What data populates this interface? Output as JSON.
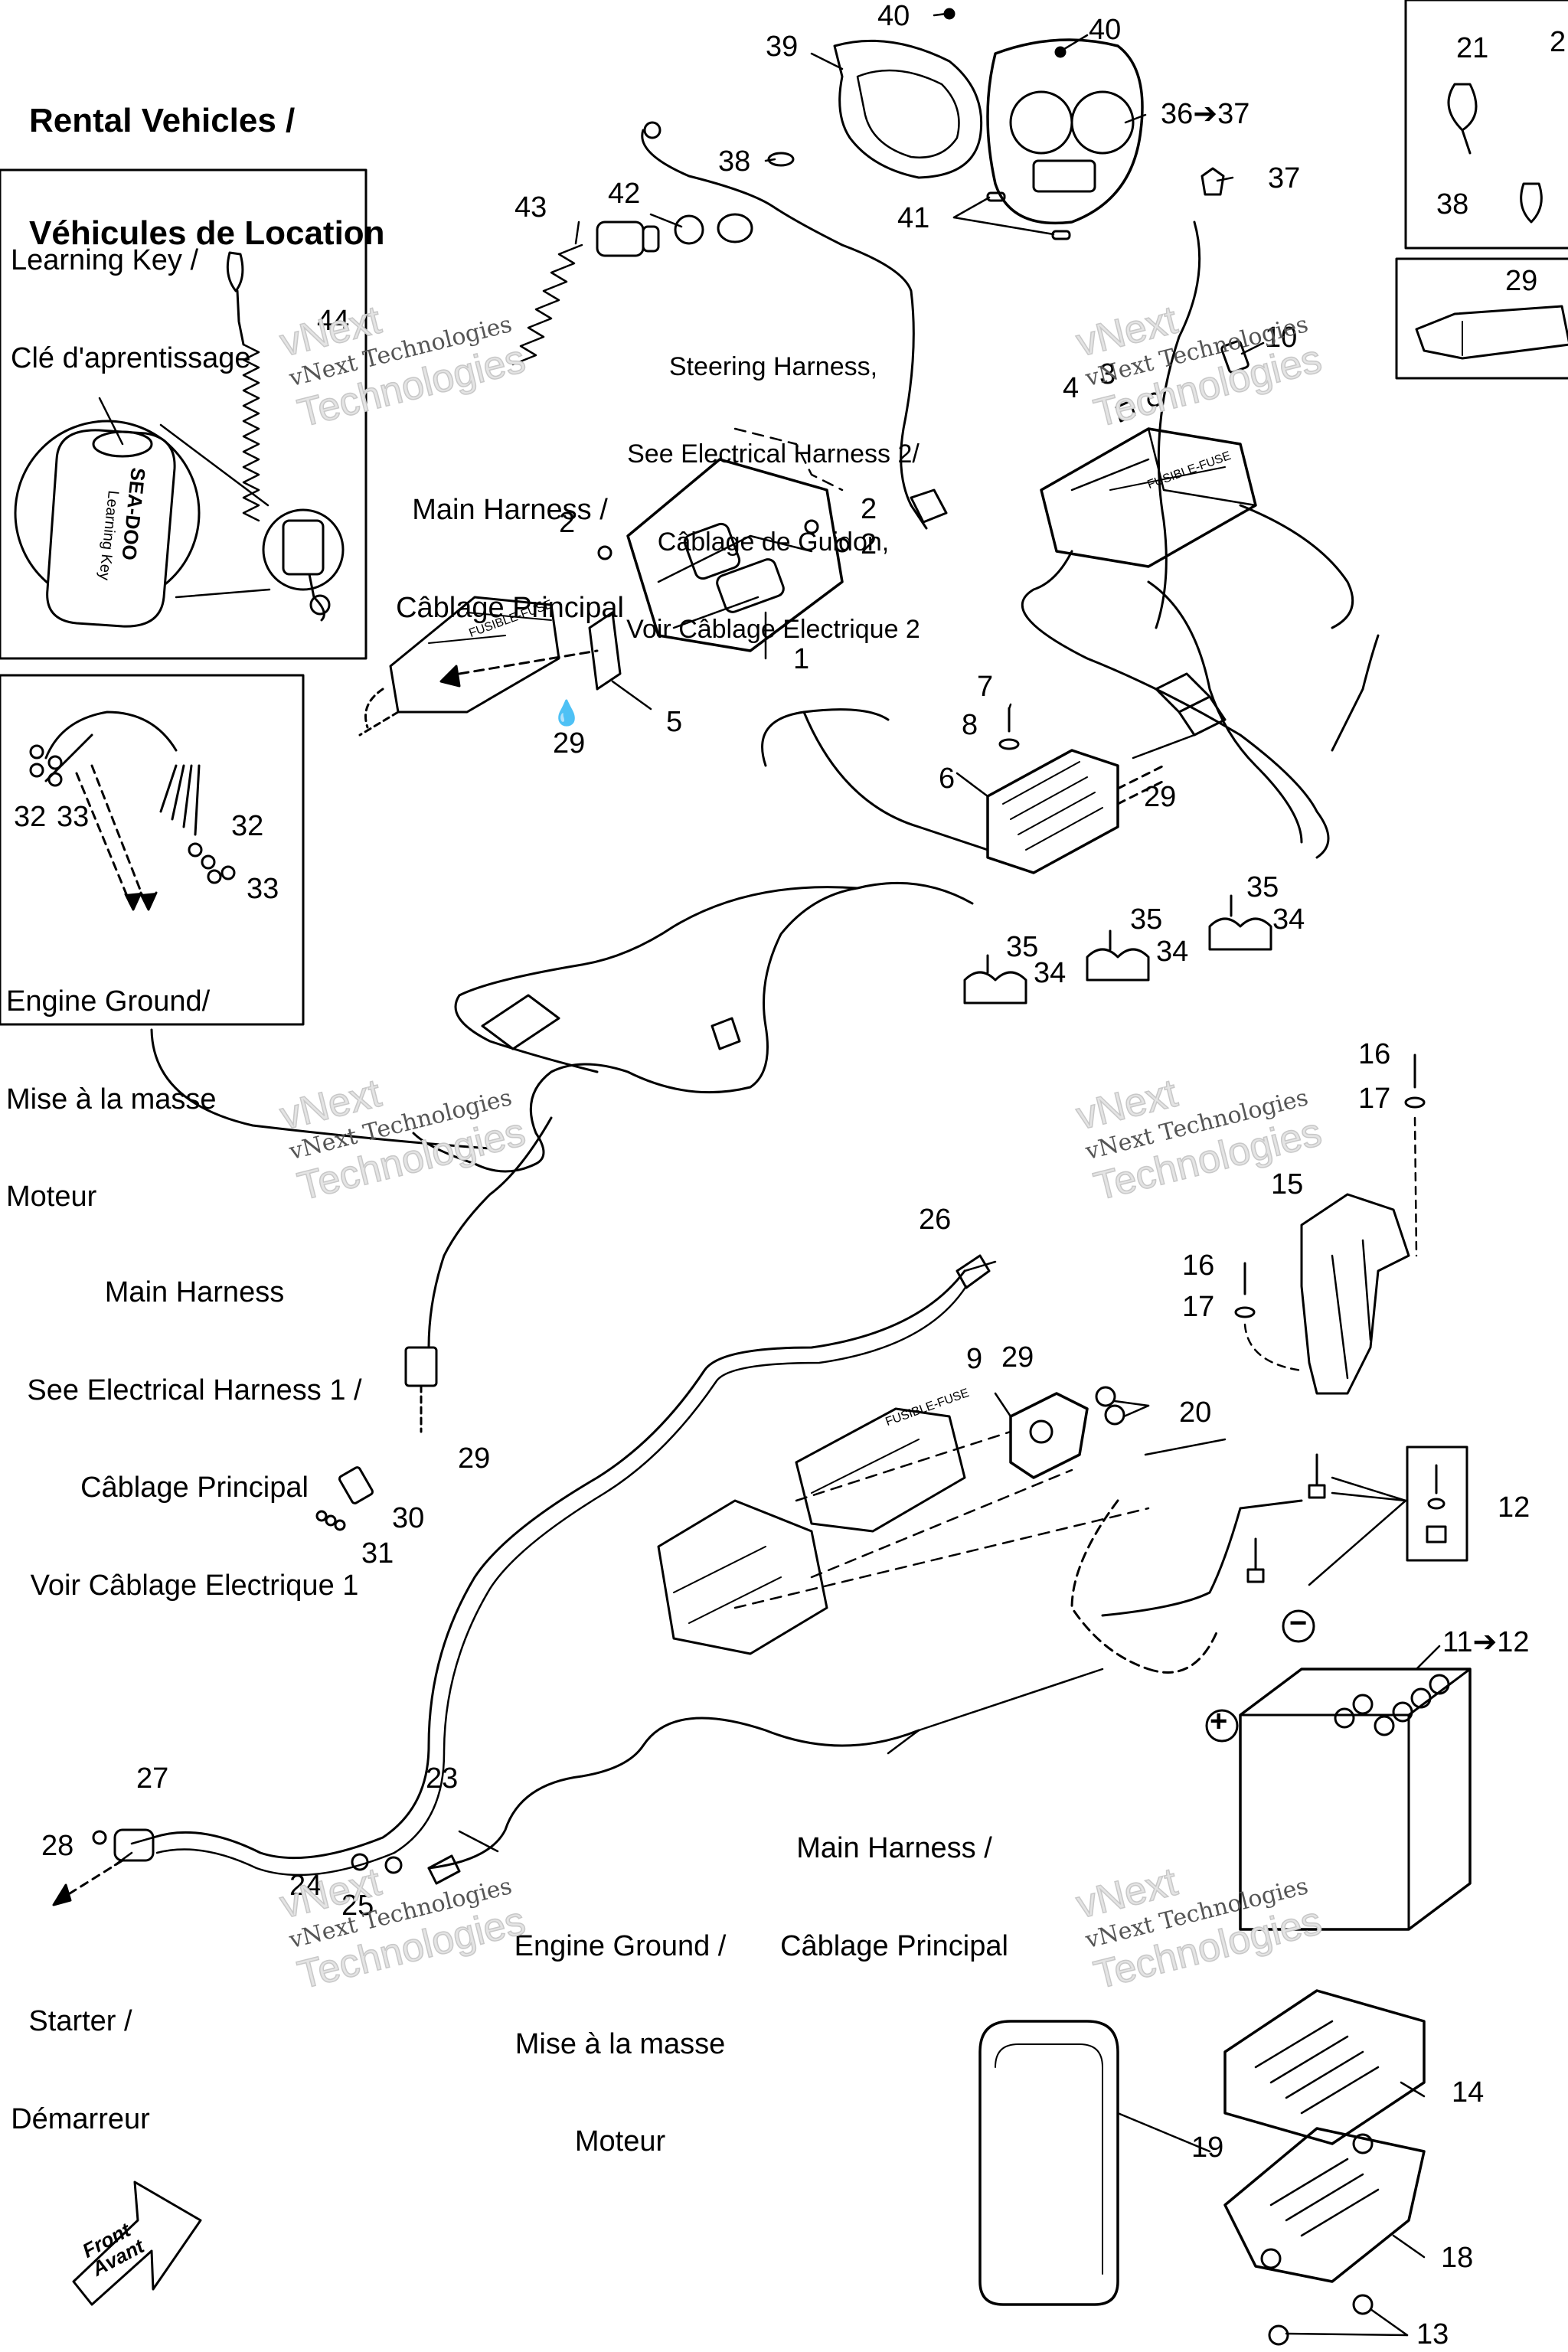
{
  "title": {
    "line1": "Rental Vehicles /",
    "line2": "Véhicules de Location"
  },
  "inset_learning_key": {
    "line1": "Learning Key /",
    "line2": "Clé d'aprentissage",
    "key_brand": "SEA-DOO",
    "key_text": "Learning Key"
  },
  "callouts": {
    "engine_ground_top": {
      "line1": "Engine Ground/",
      "line2": "Mise à la masse",
      "line3": "Moteur"
    },
    "steering_harness": {
      "line1": "Steering Harness,",
      "line2": "See Electrical Harness 2/",
      "line3": "Câblage de Guidon,",
      "line4": "Voir Câblage Electrique 2"
    },
    "main_harness_top": {
      "line1": "Main Harness /",
      "line2": "Câblage Principal"
    },
    "main_harness_mid": {
      "line1": "Main Harness",
      "line2": "See Electrical Harness 1 /",
      "line3": "Câblage Principal",
      "line4": "Voir Câblage Electrique 1"
    },
    "main_harness_bottom": {
      "line1": "Main Harness /",
      "line2": "Câblage Principal"
    },
    "engine_ground_bottom": {
      "line1": "Engine Ground /",
      "line2": "Mise à la masse",
      "line3": "Moteur"
    },
    "starter": {
      "line1": "Starter /",
      "line2": "Démarreur"
    }
  },
  "front_arrow": {
    "line1": "Front",
    "line2": "Avant"
  },
  "fuse_text": "FUSIBLE-FUSE",
  "polarity": {
    "minus": "−",
    "plus": "+"
  },
  "part_numbers": {
    "p1": "1",
    "p2a": "2",
    "p2b": "2",
    "p2c": "2",
    "p3": "3",
    "p4": "4",
    "p5": "5",
    "p6": "6",
    "p7": "7",
    "p8": "8",
    "p9": "9",
    "p10": "10",
    "p11": "11➔12",
    "p12": "12",
    "p13": "13",
    "p14": "14",
    "p15": "15",
    "p16a": "16",
    "p16b": "16",
    "p17a": "17",
    "p17b": "17",
    "p18": "18",
    "p19": "19",
    "p20": "20",
    "p21": "21",
    "p23": "23",
    "p24": "24",
    "p25": "25",
    "p26": "26",
    "p27": "27",
    "p28": "28",
    "p29_1": "29",
    "p29_2": "29",
    "p29_3": "29",
    "p29_4": "29",
    "p29_5": "29",
    "p30": "30",
    "p31": "31",
    "p32a": "32",
    "p32b": "32",
    "p33a": "33",
    "p33b": "33",
    "p34a": "34",
    "p34b": "34",
    "p34c": "34",
    "p35a": "35",
    "p35b": "35",
    "p35c": "35",
    "p36": "36➔37",
    "p37": "37",
    "p38a": "38",
    "p38b": "38",
    "p39": "39",
    "p40a": "40",
    "p40b": "40",
    "p41": "41",
    "p42": "42",
    "p43": "43",
    "p44": "44",
    "p2_partial": "2"
  },
  "watermark": {
    "line1": "vNext",
    "line2": "vNext Technologies",
    "line3": "Technologies"
  }
}
